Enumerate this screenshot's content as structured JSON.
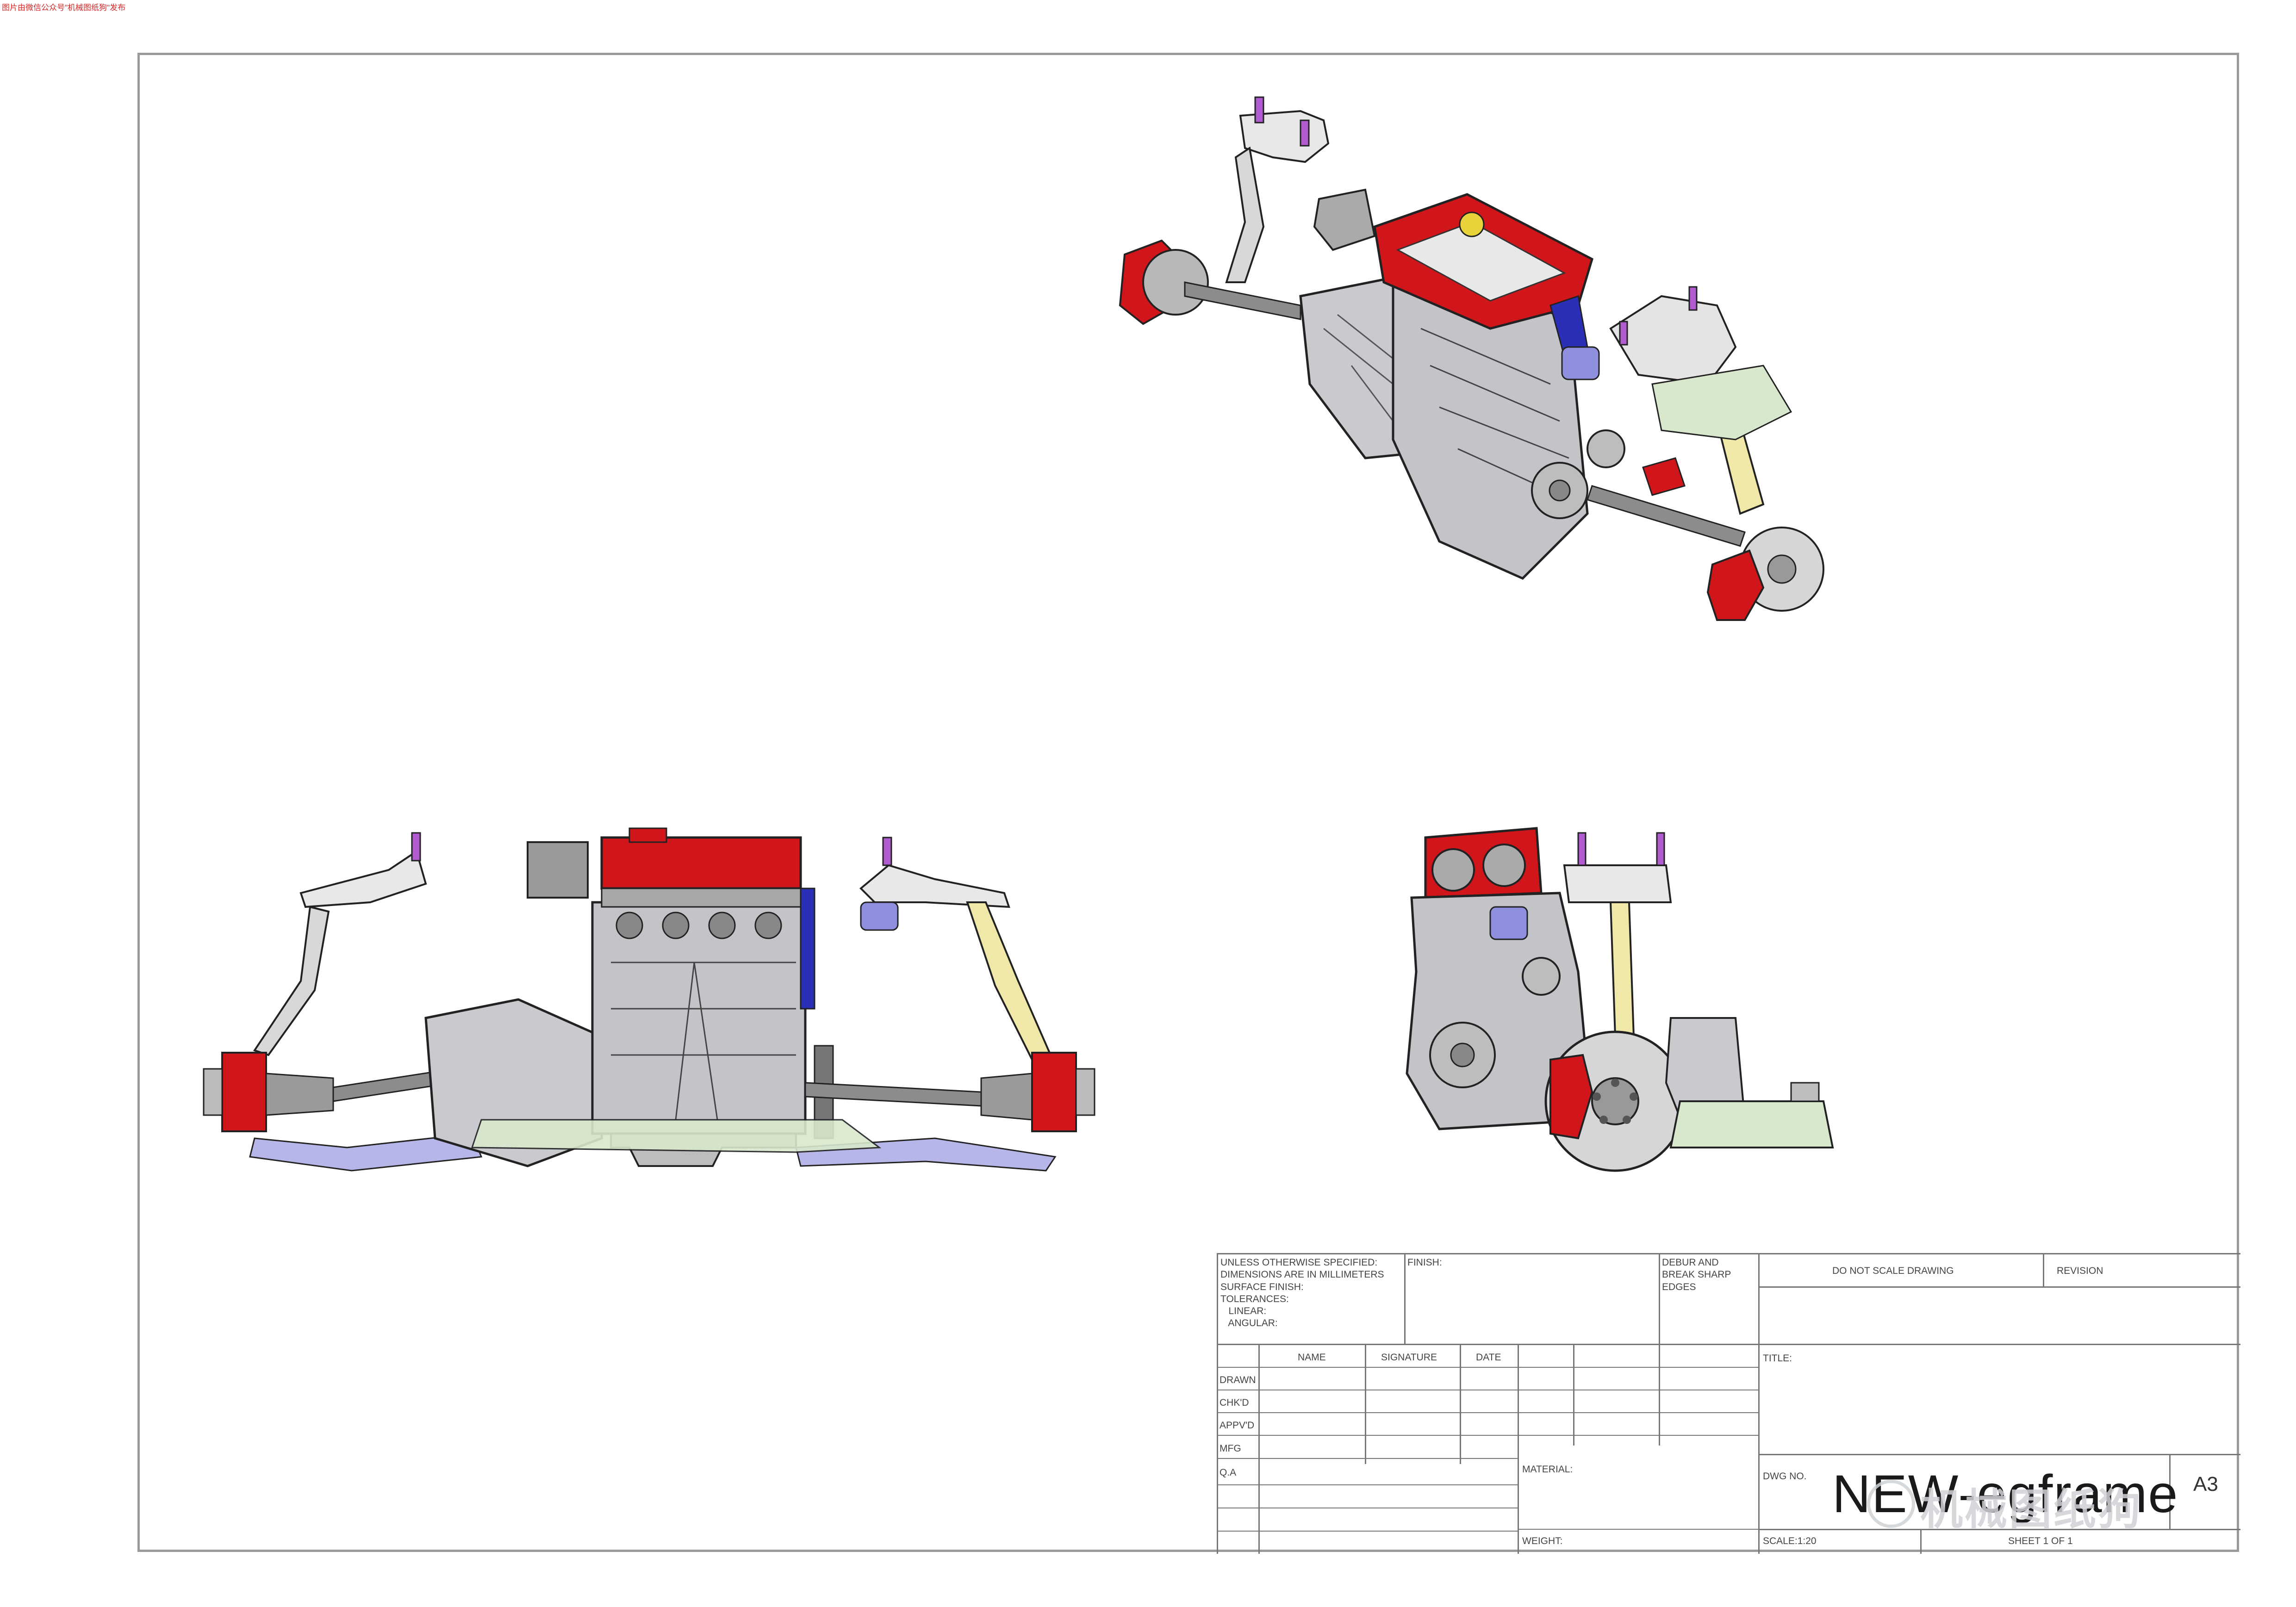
{
  "watermark_top": "图片由微信公众号\"机械图纸狗\"发布",
  "colors": {
    "border": "#9a9a9a",
    "engine_red": "#d0161b",
    "metal": "#c8cacd",
    "purple": "#b05bd0",
    "blue": "#2b2fb8",
    "yellow": "#efe8a8",
    "green": "#d8e8cc"
  },
  "views": {
    "isometric": "isometric-view",
    "front": "front-view",
    "side": "side-view"
  },
  "title_block": {
    "tolerance_note": "UNLESS OTHERWISE SPECIFIED:\nDIMENSIONS ARE IN MILLIMETERS\nSURFACE FINISH:\nTOLERANCES:\n   LINEAR:\n   ANGULAR:",
    "finish_label": "FINISH:",
    "debur_note": "DEBUR AND\nBREAK SHARP\nEDGES",
    "do_not_scale": "DO NOT SCALE DRAWING",
    "revision_label": "REVISION",
    "columns": {
      "name": "NAME",
      "signature": "SIGNATURE",
      "date": "DATE"
    },
    "rows": [
      "DRAWN",
      "CHK'D",
      "APPV'D",
      "MFG",
      "Q.A"
    ],
    "title_label": "TITLE:",
    "material_label": "MATERIAL:",
    "dwg_no_label": "DWG NO.",
    "dwg_name": "NEW-egframe",
    "size": "A3",
    "weight_label": "WEIGHT:",
    "scale_label": "SCALE:1:20",
    "sheet_label": "SHEET 1 OF 1",
    "watermark_bottom": "机械图纸狗"
  }
}
